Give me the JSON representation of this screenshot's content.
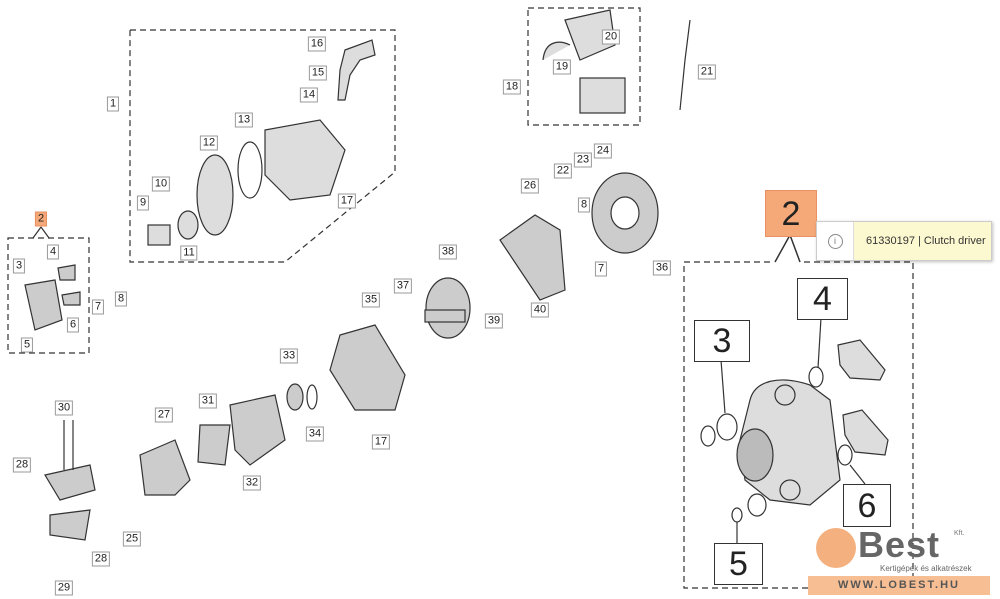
{
  "callouts": [
    "16",
    "15",
    "14",
    "1",
    "13",
    "12",
    "17",
    "10",
    "9",
    "11",
    "20",
    "19",
    "18",
    "21",
    "22",
    "23",
    "24",
    "26",
    "8",
    "36",
    "7",
    "38",
    "37",
    "39",
    "40",
    "35",
    "2",
    "4",
    "3",
    "7",
    "8",
    "6",
    "5",
    "33",
    "31",
    "34",
    "17",
    "27",
    "32",
    "30",
    "28",
    "28",
    "25",
    "29"
  ],
  "detail": {
    "assembly": "2",
    "parts": [
      "4",
      "3",
      "6",
      "5"
    ]
  },
  "tooltip": {
    "icon": "info-icon",
    "text": "61330197 | Clutch driver"
  },
  "logo": {
    "brand": "Best",
    "suffix": "Kft.",
    "tagline": "Kertigépek és alkatrészek",
    "url": "WWW.LOBEST.HU"
  },
  "colors": {
    "highlight": "#f5a878",
    "tooltip_bg": "#fcf9d0",
    "logo": "#f5b07f"
  }
}
